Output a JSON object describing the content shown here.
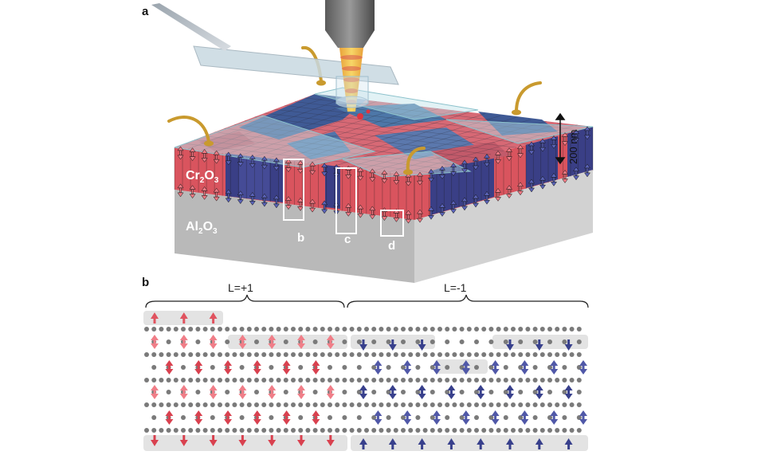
{
  "panel_a": {
    "letter": "a",
    "film": {
      "formula_base": "Cr",
      "sub1": "2",
      "mid": "O",
      "sub2": "3"
    },
    "substrate": {
      "formula_base": "Al",
      "sub1": "2",
      "mid": "O",
      "sub2": "3"
    },
    "scale": "200 nm",
    "boxes": [
      "b",
      "c",
      "d"
    ]
  },
  "panel_b": {
    "letter": "b",
    "left_brace": "L=+1",
    "right_brace": "L=-1"
  },
  "colors": {
    "red": "#e0535f",
    "blue": "#39408a",
    "substrate": "#bdbdbd",
    "gold": "#c99a2e",
    "dot": "#7a7a7a",
    "band": "#e3e3e3"
  }
}
